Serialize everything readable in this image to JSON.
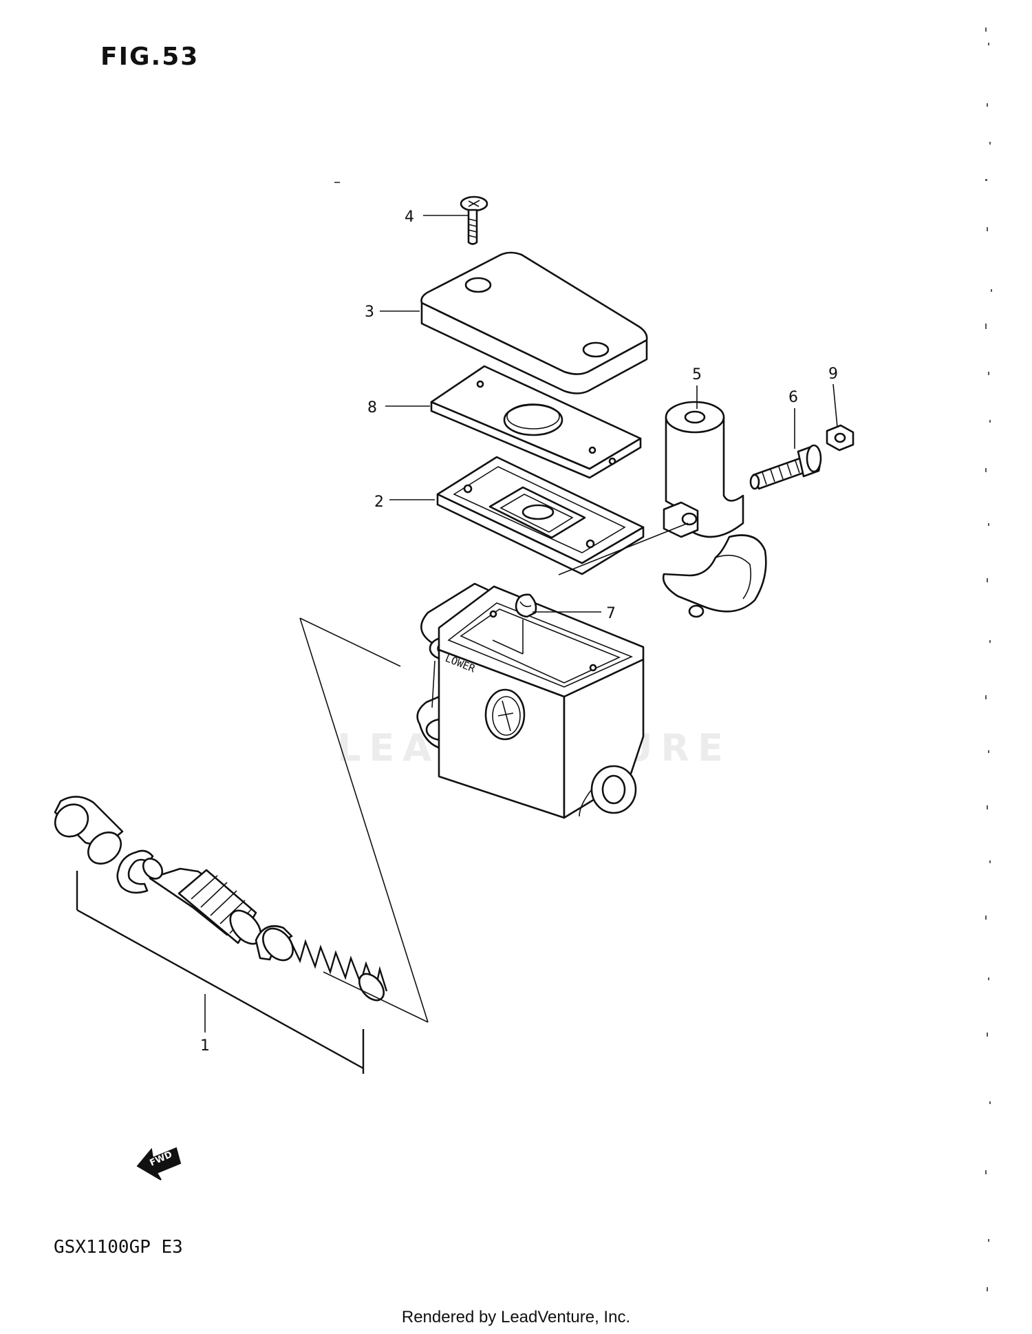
{
  "figure_title": "FIG.53",
  "model_code": "GSX1100GP E3",
  "footer_text": "Rendered by LeadVenture, Inc.",
  "watermark": "LEADVENTURE",
  "embossed_text": "LOWER",
  "fwd_arrow_label": "FWD",
  "callouts": [
    {
      "id": "1",
      "label": "1"
    },
    {
      "id": "2",
      "label": "2"
    },
    {
      "id": "3",
      "label": "3"
    },
    {
      "id": "4",
      "label": "4"
    },
    {
      "id": "5",
      "label": "5"
    },
    {
      "id": "6",
      "label": "6"
    },
    {
      "id": "7",
      "label": "7"
    },
    {
      "id": "8",
      "label": "8"
    },
    {
      "id": "9",
      "label": "9"
    }
  ],
  "colors": {
    "ink": "#111111",
    "background": "#ffffff",
    "watermark": "#ececec"
  }
}
